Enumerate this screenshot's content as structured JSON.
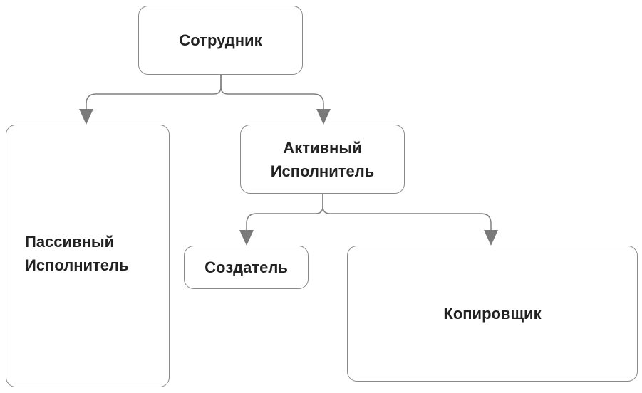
{
  "nodes": {
    "employee": "Сотрудник",
    "passive": "Пассивный Исполнитель",
    "active": "Активный Исполнитель",
    "creator": "Создатель",
    "copier": "Копировщик"
  },
  "colors": {
    "line": "#808080",
    "border": "#8a8a8a",
    "text": "#222222"
  }
}
